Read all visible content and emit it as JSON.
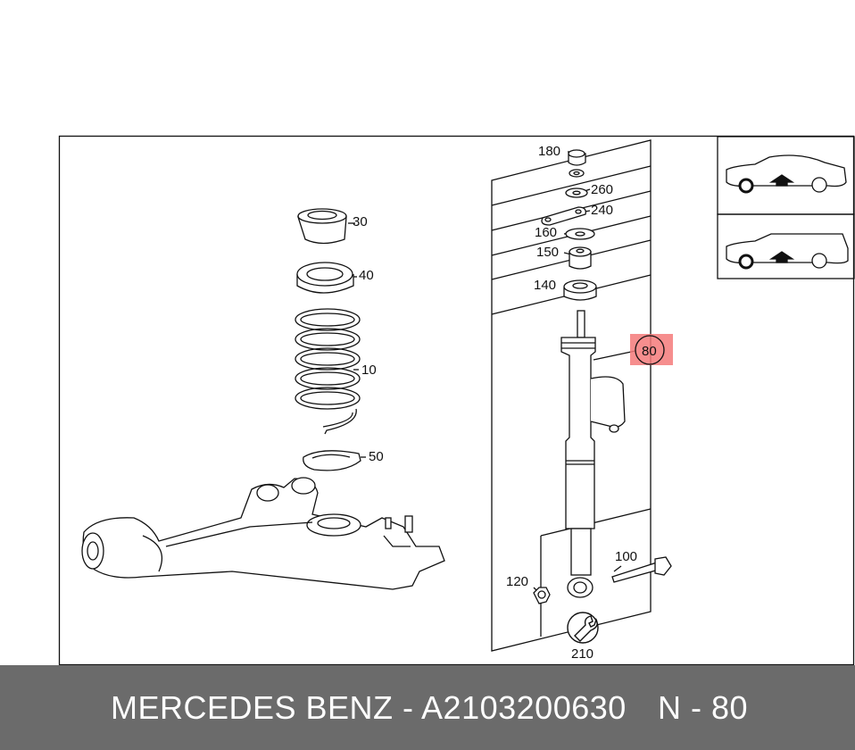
{
  "diagram": {
    "labels": {
      "p10": "10",
      "p30": "30",
      "p40": "40",
      "p50": "50",
      "p80": "80",
      "p100": "100",
      "p120": "120",
      "p140": "140",
      "p150": "150",
      "p160": "160",
      "p180": "180",
      "p210": "210",
      "p240": "240",
      "p260": "260"
    },
    "highlight_color": "#f47a7a",
    "vehicle_icons": [
      "sedan-icon",
      "estate-icon"
    ]
  },
  "footer": {
    "brand_part": "MERCEDES BENZ - A2103200630",
    "position": "N - 80",
    "background": "#6b6b6b"
  }
}
